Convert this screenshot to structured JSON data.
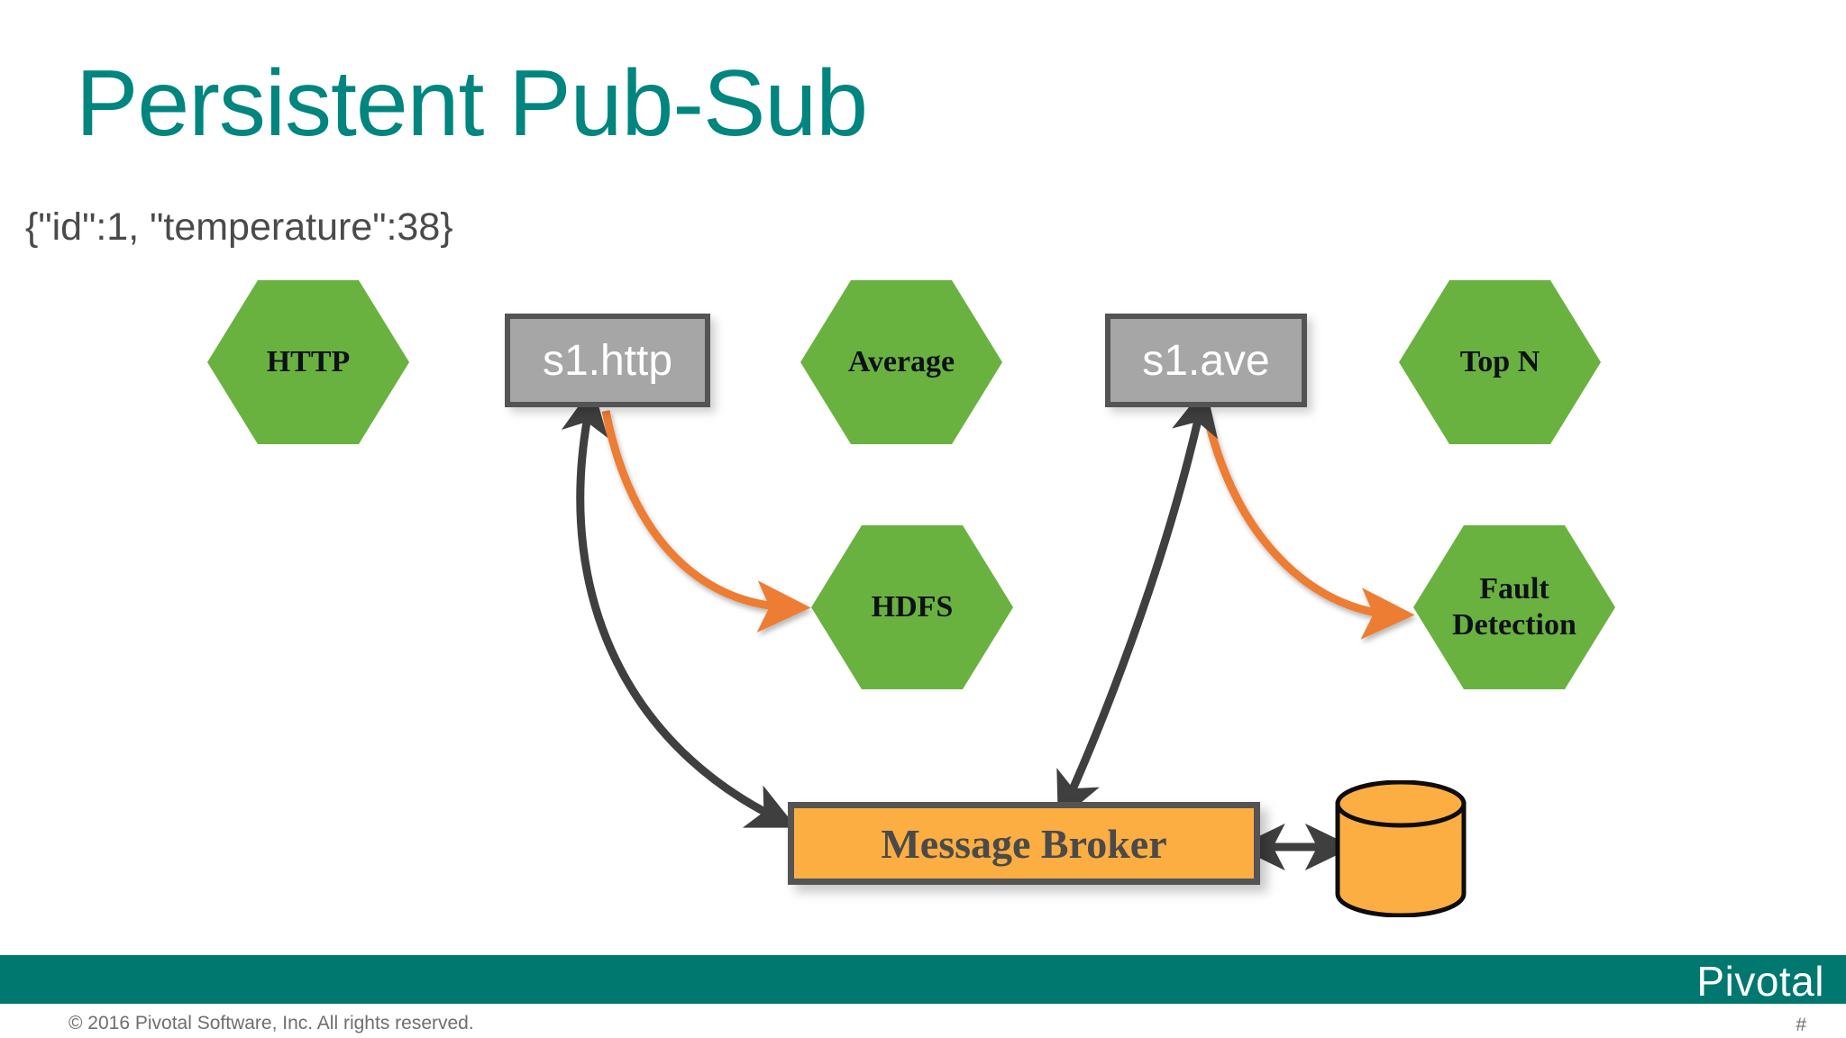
{
  "slide": {
    "title": "Persistent Pub-Sub",
    "sample_payload": "{\"id\":1, \"temperature\":38}",
    "background_color": "#FFFFFF",
    "title_color": "#00857F"
  },
  "palette": {
    "teal": "#00776F",
    "green": "#6AB240",
    "orange": "#FCAE42",
    "gray_fill": "#A6A6A6",
    "dark_outline": "#545454",
    "arrow_orange": "#ED7D31",
    "arrow_gray": "#3F3F3F"
  },
  "diagram": {
    "type": "flow",
    "processors": [
      {
        "id": "http",
        "label": "HTTP",
        "shape": "hexagon",
        "color": "#6AB240"
      },
      {
        "id": "average",
        "label": "Average",
        "shape": "hexagon",
        "color": "#6AB240"
      },
      {
        "id": "topn",
        "label": "Top N",
        "shape": "hexagon",
        "color": "#6AB240"
      },
      {
        "id": "hdfs",
        "label": "HDFS",
        "shape": "hexagon",
        "color": "#6AB240"
      },
      {
        "id": "fault",
        "label": "Fault\nDetection",
        "shape": "hexagon",
        "color": "#6AB240"
      }
    ],
    "topics": [
      {
        "id": "s1http",
        "label": "s1.http",
        "shape": "rect",
        "color": "#A6A6A6"
      },
      {
        "id": "s1ave",
        "label": "s1.ave",
        "shape": "rect",
        "color": "#A6A6A6"
      }
    ],
    "broker": {
      "id": "broker",
      "label": "Message Broker",
      "shape": "rect",
      "color": "#FCAE42"
    },
    "store": {
      "id": "datastore",
      "label": "",
      "shape": "cylinder",
      "color": "#FCAE42"
    },
    "edges": [
      {
        "from": "http",
        "to": "s1http",
        "style": "straight",
        "color": "#ED7D31",
        "heads": "single"
      },
      {
        "from": "s1http",
        "to": "average",
        "style": "straight",
        "color": "#ED7D31",
        "heads": "single"
      },
      {
        "from": "average",
        "to": "s1ave",
        "style": "straight",
        "color": "#ED7D31",
        "heads": "single"
      },
      {
        "from": "s1ave",
        "to": "topn",
        "style": "straight",
        "color": "#ED7D31",
        "heads": "single"
      },
      {
        "from": "s1http",
        "to": "hdfs",
        "style": "curved",
        "color": "#ED7D31",
        "heads": "single"
      },
      {
        "from": "s1ave",
        "to": "fault",
        "style": "curved",
        "color": "#ED7D31",
        "heads": "single"
      },
      {
        "from": "s1http",
        "to": "broker",
        "style": "curved",
        "color": "#3F3F3F",
        "heads": "double"
      },
      {
        "from": "s1ave",
        "to": "broker",
        "style": "curved",
        "color": "#3F3F3F",
        "heads": "double"
      },
      {
        "from": "broker",
        "to": "datastore",
        "style": "straight",
        "color": "#3F3F3F",
        "heads": "double"
      }
    ]
  },
  "footer": {
    "logo": "Pivotal",
    "copyright": "© 2016 Pivotal Software, Inc.  All rights reserved.",
    "page_number": "#",
    "bar_color": "#00776F"
  }
}
